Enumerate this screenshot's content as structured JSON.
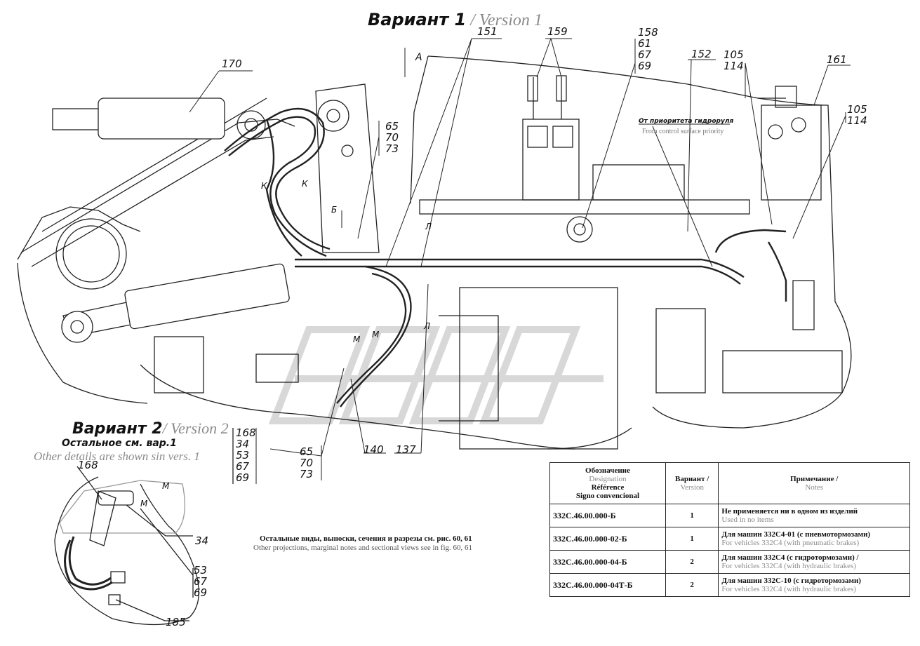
{
  "title_v1": {
    "ru": "Вариант 1",
    "en": "/ Version 1"
  },
  "title_v2": {
    "ru": "Вариант 2",
    "en": "/ Version 2"
  },
  "rest_ru": "Остальное см. вар.1",
  "rest_en": "Other details are shown sin vers. 1",
  "callouts": {
    "c170": "170",
    "c151": "151",
    "c159": "159",
    "c152": "152",
    "c161": "161",
    "c140": "140",
    "c137": "137",
    "c34": "34",
    "c185": "185",
    "c168v2": "168"
  },
  "stacks": {
    "s158": [
      "158",
      "61",
      "67",
      "69"
    ],
    "s105a": [
      "105",
      "114"
    ],
    "s105b": [
      "105",
      "114"
    ],
    "s65top": [
      "65",
      "70",
      "73"
    ],
    "s65bot": [
      "65",
      "70",
      "73"
    ],
    "s168": [
      "168",
      "34",
      "53",
      "67",
      "69"
    ],
    "s53": [
      "53",
      "67",
      "69"
    ]
  },
  "view_letters": {
    "A": "A",
    "B": "Б",
    "K1": "К",
    "K2": "К",
    "L1": "Л",
    "L2": "Л",
    "M1": "М",
    "M2": "М",
    "M3": "М",
    "M4": "М"
  },
  "priority_note": {
    "ru": "От приоритета гидроруля",
    "en": "From control surface priority"
  },
  "center_note": {
    "ru": "Остальные виды, выноски, сечения и разрезы см. рис. 60, 61",
    "en": "Other projections, marginal notes and sectional views see in fig. 60, 61"
  },
  "table": {
    "headers": {
      "designation": {
        "ru": "Обозначение",
        "en": "Designation",
        "fr": "Référence",
        "es": "Signo convencional"
      },
      "variant": {
        "ru": "Вариант /",
        "en": "Version"
      },
      "notes": {
        "ru": "Примечание /",
        "en": "Notes"
      }
    },
    "rows": [
      {
        "designation": "332С.46.00.000-Б",
        "variant": "1",
        "note_ru": "Не применяется ни в одном из изделий",
        "note_en": "Used in no items"
      },
      {
        "designation": "332С.46.00.000-02-Б",
        "variant": "1",
        "note_ru": "Для машин 332С4-01 (с пневмотормозами)",
        "note_en": "For vehicles 332C4 (with pneumatic brakes)"
      },
      {
        "designation": "332С.46.00.000-04-Б",
        "variant": "2",
        "note_ru": "Для машин 332С4 (с гидротормозами) /",
        "note_en": "For vehicles 332C4 (with hydraulic brakes)"
      },
      {
        "designation": "332С.46.00.000-04Т-Б",
        "variant": "2",
        "note_ru": "Для машин 332С-10 (с гидротормозами)",
        "note_en": "For vehicles 332C4 (with hydraulic brakes)"
      }
    ]
  }
}
